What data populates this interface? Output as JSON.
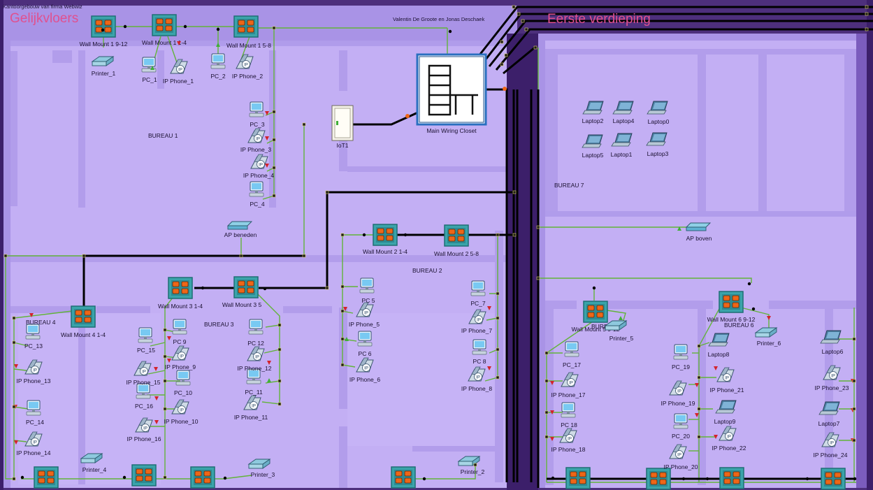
{
  "header": {
    "building_title": "Kantoorgebouw van firma Webwiz",
    "authors": "Valentin De Groote en Jonas Deschaek"
  },
  "floors": {
    "ground": "Gelijkvloers",
    "first": "Eerste verdieping"
  },
  "rooms": {
    "bureau1": "BUREAU 1",
    "bureau2": "BUREAU 2",
    "bureau3": "BUREAU 3",
    "bureau4": "BUREAU 4",
    "bureau6": "BUREAU 6",
    "bureau7": "BUREAU 7",
    "bureau5_partial": "BURE"
  },
  "devices": {
    "wall_mounts": {
      "wm1_9_12": "Wall Mount 1 9-12",
      "wm1_1_4": "Wall Mount 1 1-4",
      "wm1_5_8": "Wall Mount 1 5-8",
      "wm2_1_4": "Wall Mount 2 1-4",
      "wm2_5_8": "Wall Mount 2 5-8",
      "wm3_1_4": "Wall Mount 3 1-4",
      "wm3_5": "Wall Mount 3 5",
      "wm4_1_4": "Wall Mount 4 1-4",
      "wm5_9_12": "Wall Mount 5 9-12",
      "wm6_9_12": "Wall Mount 6 9-12"
    },
    "main_wiring_closet": "Main Wiring Closet",
    "iot": "IoT1",
    "ap_beneden": "AP beneden",
    "ap_boven": "AP boven",
    "printers": {
      "p1": "Printer_1",
      "p2": "Printer_2",
      "p3": "Printer_3",
      "p4": "Printer_4",
      "p5": "Printer_5",
      "p6": "Printer_6"
    },
    "pcs": {
      "pc1": "PC_1",
      "pc2": "PC_2",
      "pc3": "PC_3",
      "pc4": "PC_4",
      "pc5": "PC 5",
      "pc6": "PC 6",
      "pc7": "PC_7",
      "pc8": "PC 8",
      "pc9": "PC 9",
      "pc10": "PC_10",
      "pc11": "PC_11",
      "pc12": "PC 12",
      "pc13": "PC_13",
      "pc14": "PC_14",
      "pc15": "PC_15",
      "pc16": "PC_16",
      "pc17": "PC_17",
      "pc18": "PC 18",
      "pc19": "PC_19",
      "pc20": "PC_20"
    },
    "phones": {
      "ph1": "IP Phone_1",
      "ph2": "IP Phone_2",
      "ph3": "IP Phone_3",
      "ph4": "IP Phone_4",
      "ph5": "IP Phone_5",
      "ph6": "IP Phone_6",
      "ph7": "IP Phone_7",
      "ph8": "IP Phone_8",
      "ph9": "IP Phone_9",
      "ph10": "IP Phone_10",
      "ph11": "IP Phone_11",
      "ph12": "IP Phone_12",
      "ph13": "IP Phone_13",
      "ph14": "IP Phone_14",
      "ph15": "IP Phone_15",
      "ph16": "IP Phone_16",
      "ph17": "IP Phone_17",
      "ph18": "IP Phone_18",
      "ph19": "IP Phone_19",
      "ph20": "IP Phone_20",
      "ph21": "IP Phone_21",
      "ph22": "IP Phone_22",
      "ph23": "IP Phone_23",
      "ph24": "IP Phone_24"
    },
    "laptops": {
      "l0": "Laptop0",
      "l1": "Laptop1",
      "l2": "Laptop2",
      "l3": "Laptop3",
      "l4": "Laptop4",
      "l5": "Laptop5",
      "l6": "Laptop6",
      "l7": "Laptop7",
      "l8": "Laptop8",
      "l9": "Laptop9"
    }
  },
  "colors": {
    "background": "#4d2f7c",
    "floor_fill": "#c4b0f5",
    "wall_fill": "#ab95ea",
    "room_fill": "#c7b4f7",
    "floor_title": "#e0508f",
    "straight_cable": "#62b33a",
    "backbone_cable": "#000000",
    "link_down": "#d3232b",
    "link_up": "#3fae38",
    "wall_mount_frame": "#2c8e96",
    "wall_mount_port": "#ee6617"
  }
}
